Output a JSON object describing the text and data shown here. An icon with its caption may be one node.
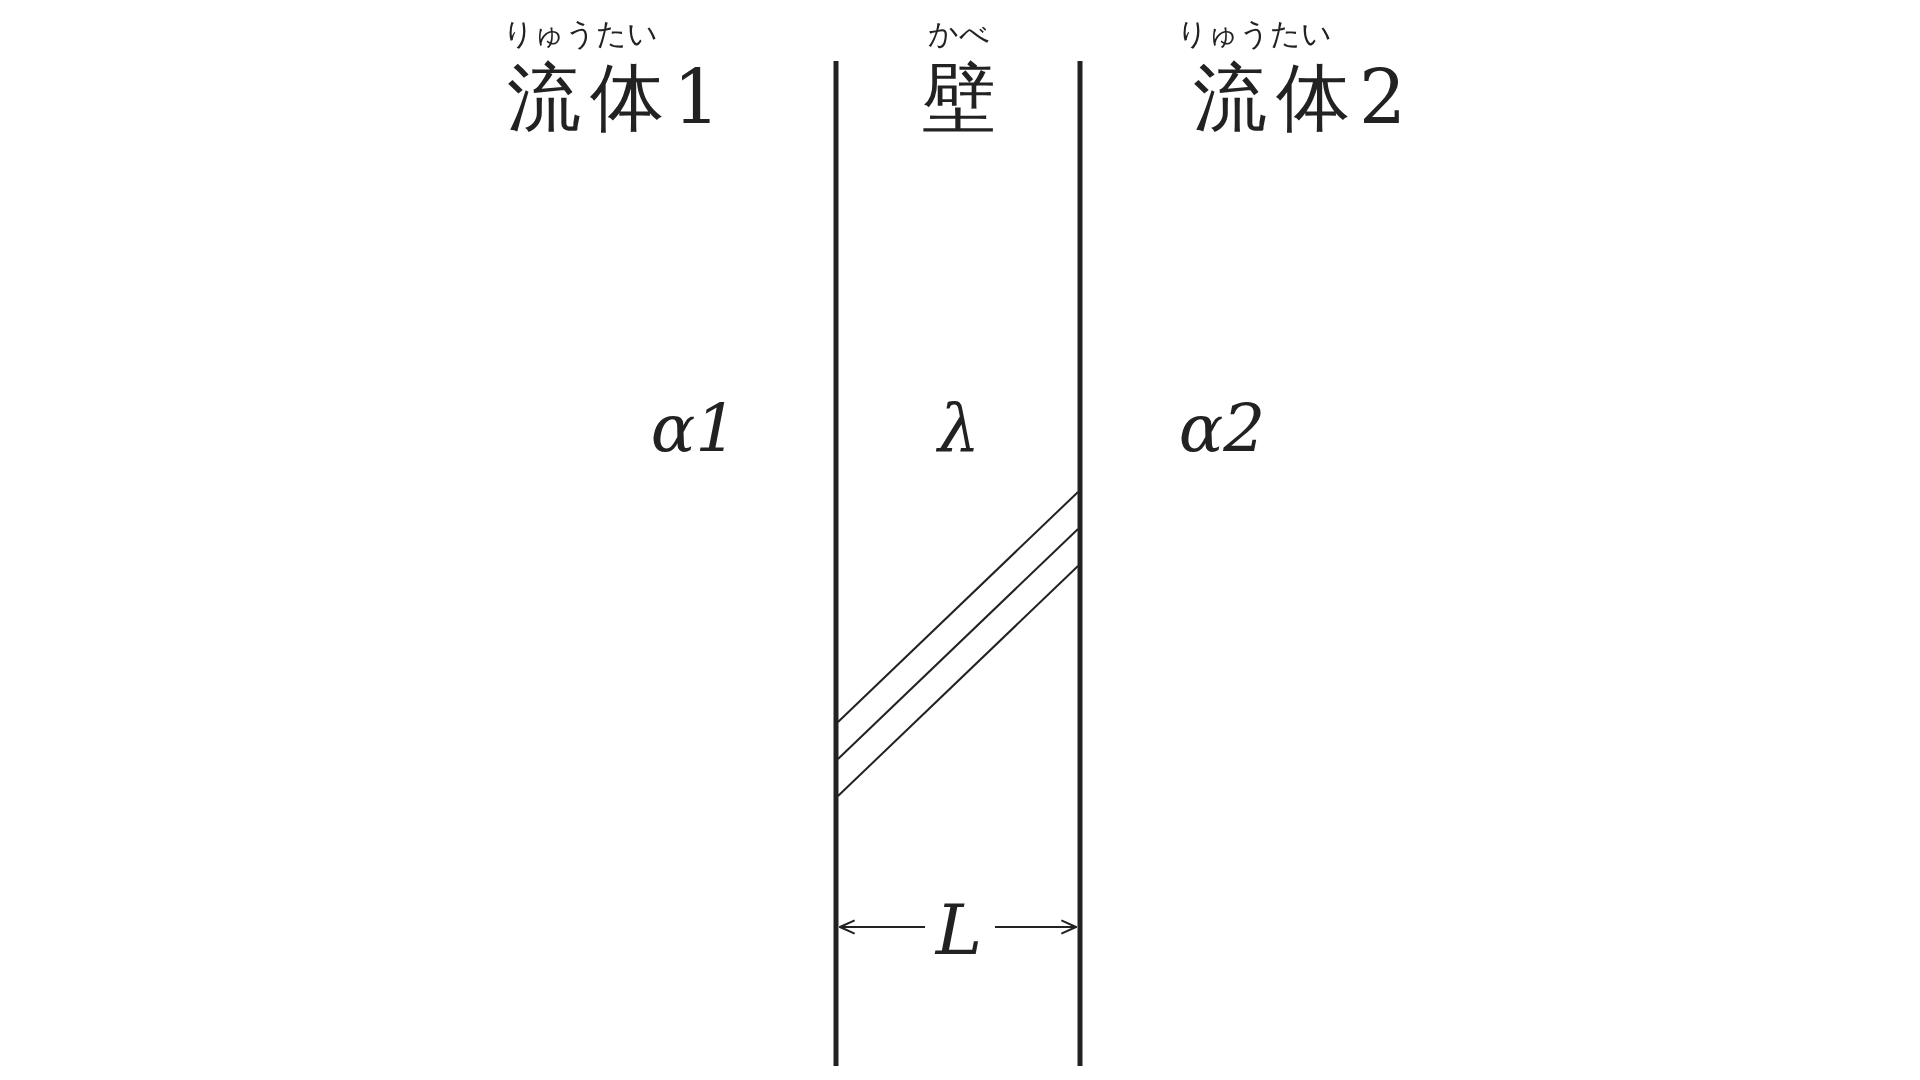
{
  "diagram": {
    "labels": [
      "りゅうたい",
      "かべ",
      "りゅうたい",
      "流体1",
      "壁",
      "流体2",
      "α1",
      "λ",
      "α2",
      "L"
    ]
  }
}
